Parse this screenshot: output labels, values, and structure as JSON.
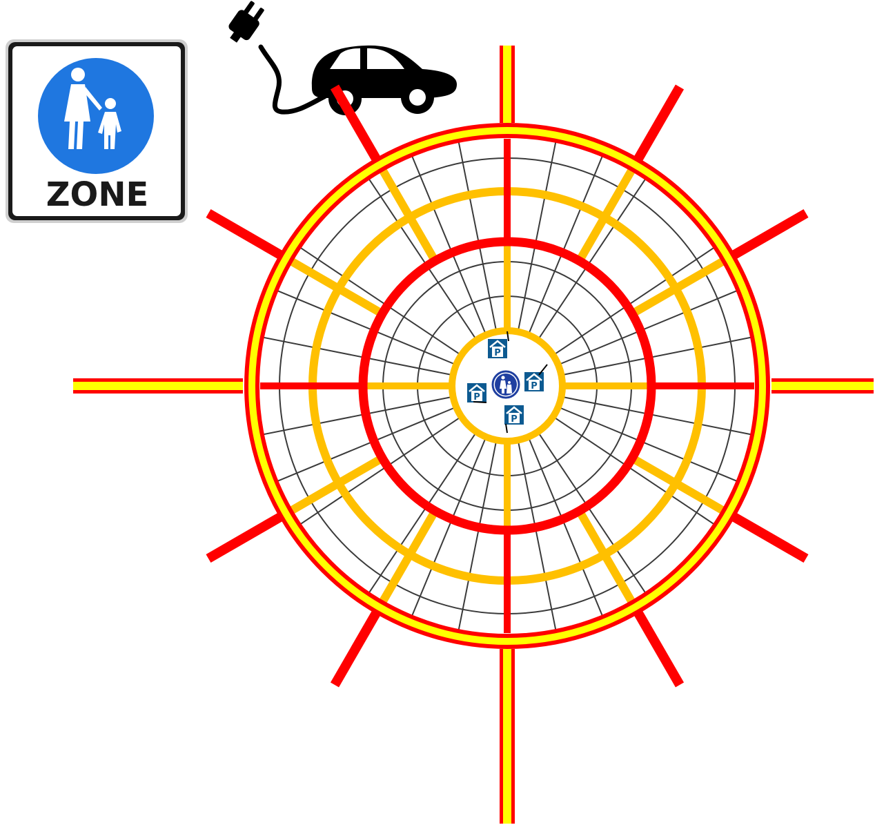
{
  "zone_sign": {
    "label": "ZONE",
    "background": "#ffffff",
    "border": "#1a1a1a",
    "circle": "#1f77e0",
    "figure": "#ffffff",
    "icon": "pedestrian-zone-icon"
  },
  "ev_icon": {
    "icon": "electric-car-charging-icon",
    "color": "#000000"
  },
  "parking": {
    "label": "P",
    "color": "#0d5a91",
    "icon": "parking-garage-icon",
    "count": 4
  },
  "center_icon": {
    "icon": "pedestrian-zone-icon",
    "color": "#1f3fa0"
  },
  "colors": {
    "red": "#ff0000",
    "yellow": "#ffff00",
    "orange": "#ffc000",
    "grid": "#3a3a3a"
  }
}
